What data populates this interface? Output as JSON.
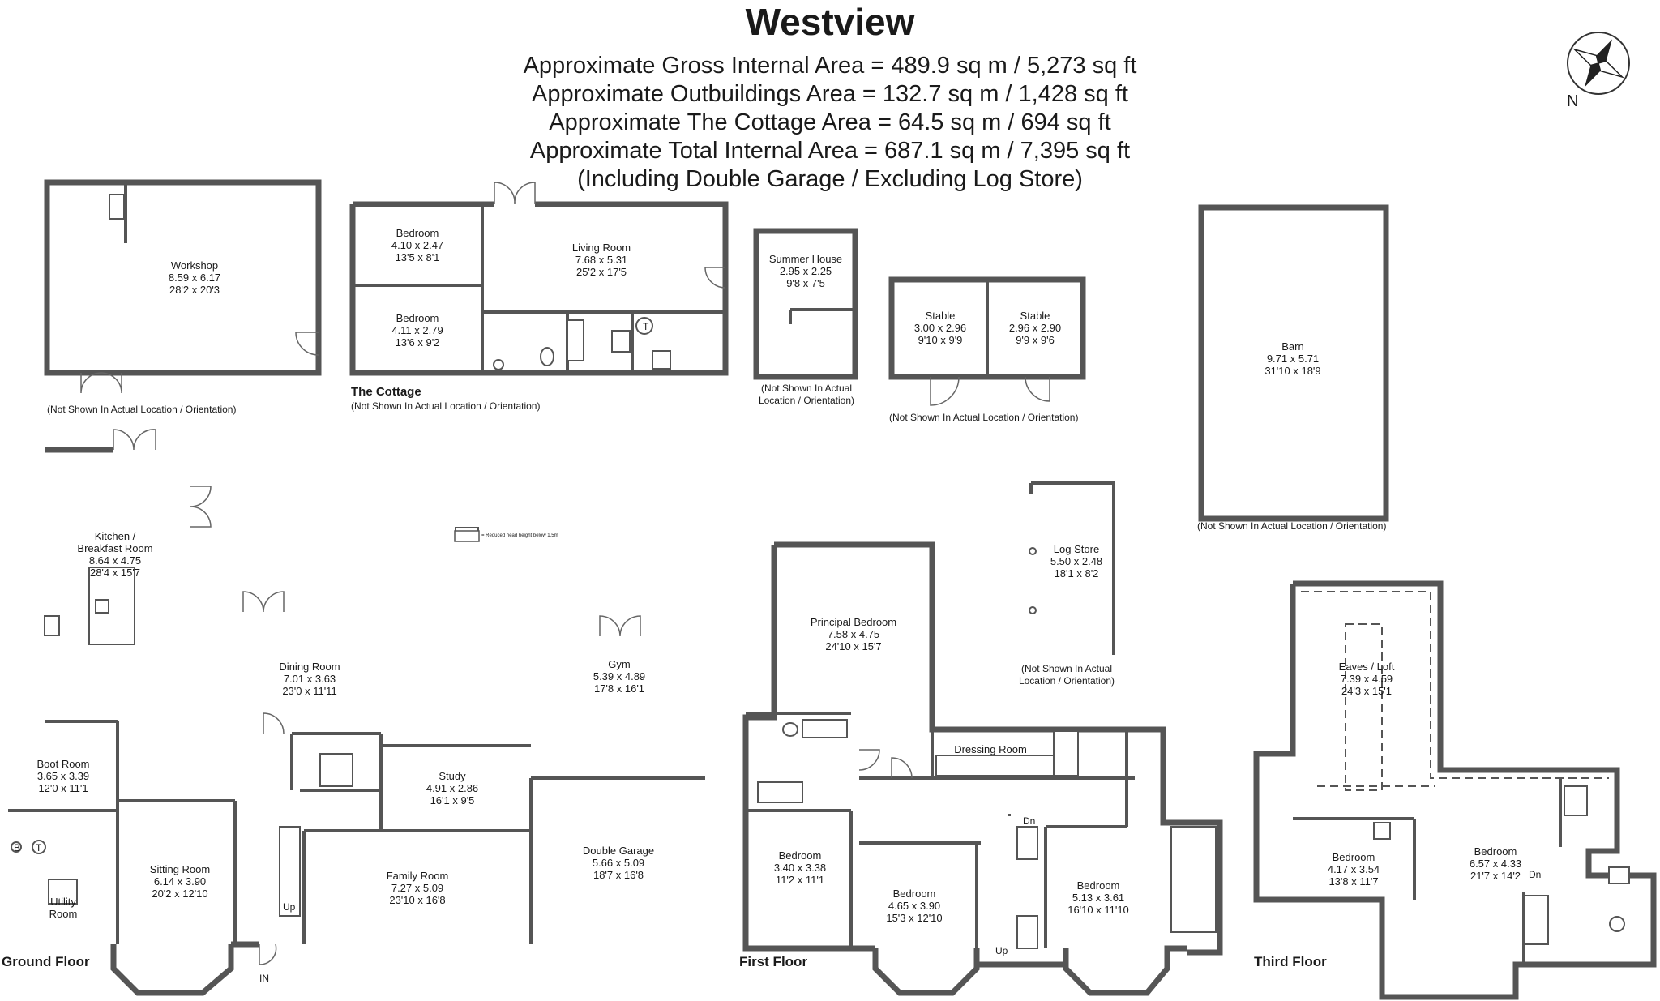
{
  "title": "Westview",
  "area_lines": [
    "Approximate Gross Internal Area = 489.9 sq m / 5,273 sq ft",
    "Approximate Outbuildings Area = 132.7 sq m / 1,428 sq ft",
    "Approximate The Cottage Area = 64.5 sq m / 694 sq ft",
    "Approximate Total Internal Area = 687.1 sq m / 7,395 sq ft",
    "(Including Double Garage / Excluding Log Store)"
  ],
  "compass": {
    "label": "N",
    "icon": "compass-icon"
  },
  "rooms": {
    "workshop": {
      "name": "Workshop",
      "m": "8.59 x 6.17",
      "ft": "28'2 x 20'3"
    },
    "cottage_bed1": {
      "name": "Bedroom",
      "m": "4.10 x 2.47",
      "ft": "13'5 x 8'1"
    },
    "cottage_bed2": {
      "name": "Bedroom",
      "m": "4.11 x 2.79",
      "ft": "13'6 x 9'2"
    },
    "cottage_living": {
      "name": "Living Room",
      "m": "7.68 x 5.31",
      "ft": "25'2 x 17'5"
    },
    "summer_house": {
      "name": "Summer House",
      "m": "2.95 x 2.25",
      "ft": "9'8 x 7'5"
    },
    "stable1": {
      "name": "Stable",
      "m": "3.00 x 2.96",
      "ft": "9'10 x 9'9"
    },
    "stable2": {
      "name": "Stable",
      "m": "2.96 x 2.90",
      "ft": "9'9 x 9'6"
    },
    "barn": {
      "name": "Barn",
      "m": "9.71 x 5.71",
      "ft": "31'10 x 18'9"
    },
    "log_store": {
      "name": "Log Store",
      "m": "5.50 x 2.48",
      "ft": "18'1 x 8'2"
    },
    "kitchen": {
      "name": "Kitchen /\nBreakfast Room",
      "m": "8.64 x 4.75",
      "ft": "28'4 x 15'7"
    },
    "dining": {
      "name": "Dining Room",
      "m": "7.01 x 3.63",
      "ft": "23'0 x 11'11"
    },
    "gym": {
      "name": "Gym",
      "m": "5.39 x 4.89",
      "ft": "17'8 x 16'1"
    },
    "boot": {
      "name": "Boot Room",
      "m": "3.65 x 3.39",
      "ft": "12'0 x 11'1"
    },
    "study": {
      "name": "Study",
      "m": "4.91 x 2.86",
      "ft": "16'1 x 9'5"
    },
    "utility": {
      "name": "Utility\nRoom"
    },
    "sitting": {
      "name": "Sitting Room",
      "m": "6.14 x 3.90",
      "ft": "20'2 x 12'10"
    },
    "family": {
      "name": "Family Room",
      "m": "7.27 x 5.09",
      "ft": "23'10 x 16'8"
    },
    "garage": {
      "name": "Double Garage",
      "m": "5.66 x 5.09",
      "ft": "18'7 x 16'8"
    },
    "principal": {
      "name": "Principal Bedroom",
      "m": "7.58 x 4.75",
      "ft": "24'10 x 15'7"
    },
    "dressing": {
      "name": "Dressing Room"
    },
    "ff_bed1": {
      "name": "Bedroom",
      "m": "3.40 x 3.38",
      "ft": "11'2 x 11'1"
    },
    "ff_bed2": {
      "name": "Bedroom",
      "m": "4.65 x 3.90",
      "ft": "15'3 x 12'10"
    },
    "ff_bed3": {
      "name": "Bedroom",
      "m": "5.13 x 3.61",
      "ft": "16'10 x 11'10"
    },
    "eaves": {
      "name": "Eaves / Loft",
      "m": "7.39 x 4.59",
      "ft": "24'3 x 15'1"
    },
    "tf_bed1": {
      "name": "Bedroom",
      "m": "4.17 x 3.54",
      "ft": "13'8 x 11'7"
    },
    "tf_bed2": {
      "name": "Bedroom",
      "m": "6.57 x 4.33",
      "ft": "21'7 x 14'2"
    }
  },
  "notes": {
    "not_shown": "(Not Shown In Actual Location / Orientation)",
    "cottage_label": "The Cottage",
    "summer_note": "(Not Shown In Actual\nLocation / Orientation)",
    "log_note": "(Not Shown In Actual\nLocation / Orientation)",
    "reduced_head": "= Reduced head height below 1.5m"
  },
  "stair_labels": {
    "up": "Up",
    "dn": "Dn",
    "in": "IN",
    "t": "T",
    "b": "B"
  },
  "floors": {
    "ground": "Ground Floor",
    "first": "First Floor",
    "third": "Third Floor"
  }
}
